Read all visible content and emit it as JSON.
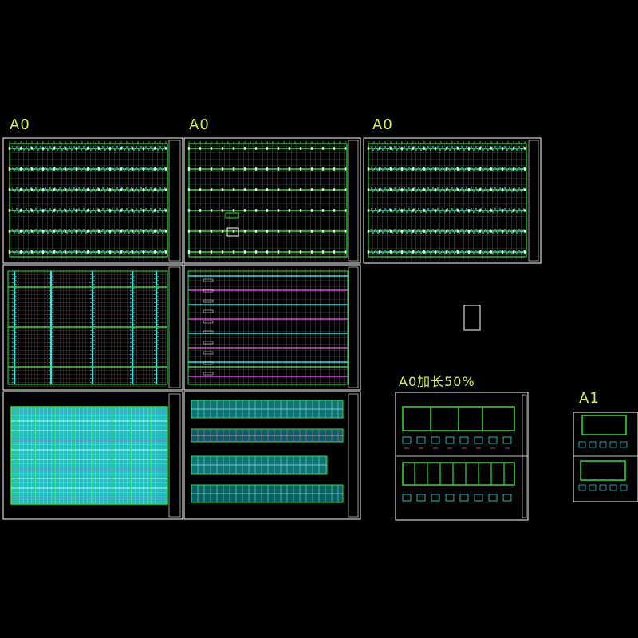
{
  "sheet_labels": {
    "a": "A0",
    "b": "A0",
    "c": "A0",
    "d": "A0加长50%",
    "e": "A1"
  },
  "colors": {
    "background": "#000000",
    "frame": "#ffffff",
    "grid": "#c87070",
    "green": "#28e628",
    "cyan": "#27e6e6",
    "magenta": "#e640e6",
    "label": "#d6f04a"
  }
}
